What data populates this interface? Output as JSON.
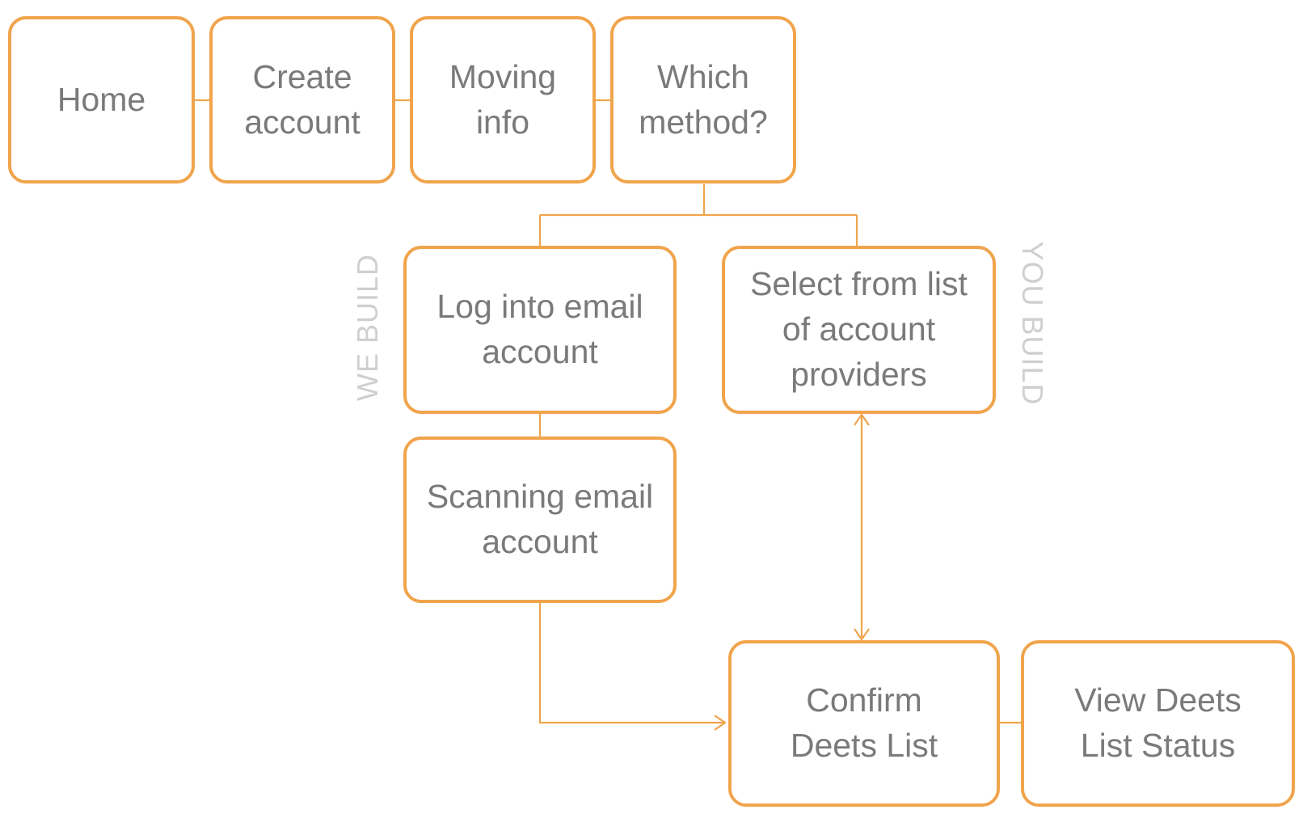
{
  "accent_color": "#f0a44c",
  "text_color": "#7a7a7a",
  "side_label_color": "#cfcfcf",
  "nodes": {
    "home": "Home",
    "create_account": "Create account",
    "moving_info": "Moving info",
    "which_method": "Which method?",
    "log_into_email": "Log into email account",
    "scanning_email": "Scanning email account",
    "select_from_list": "Select from list of account providers",
    "confirm_deets": "Confirm Deets List",
    "view_deets_status": "View Deets List Status"
  },
  "side_labels": {
    "we_build": "WE BUILD",
    "you_build": "YOU BUILD"
  }
}
